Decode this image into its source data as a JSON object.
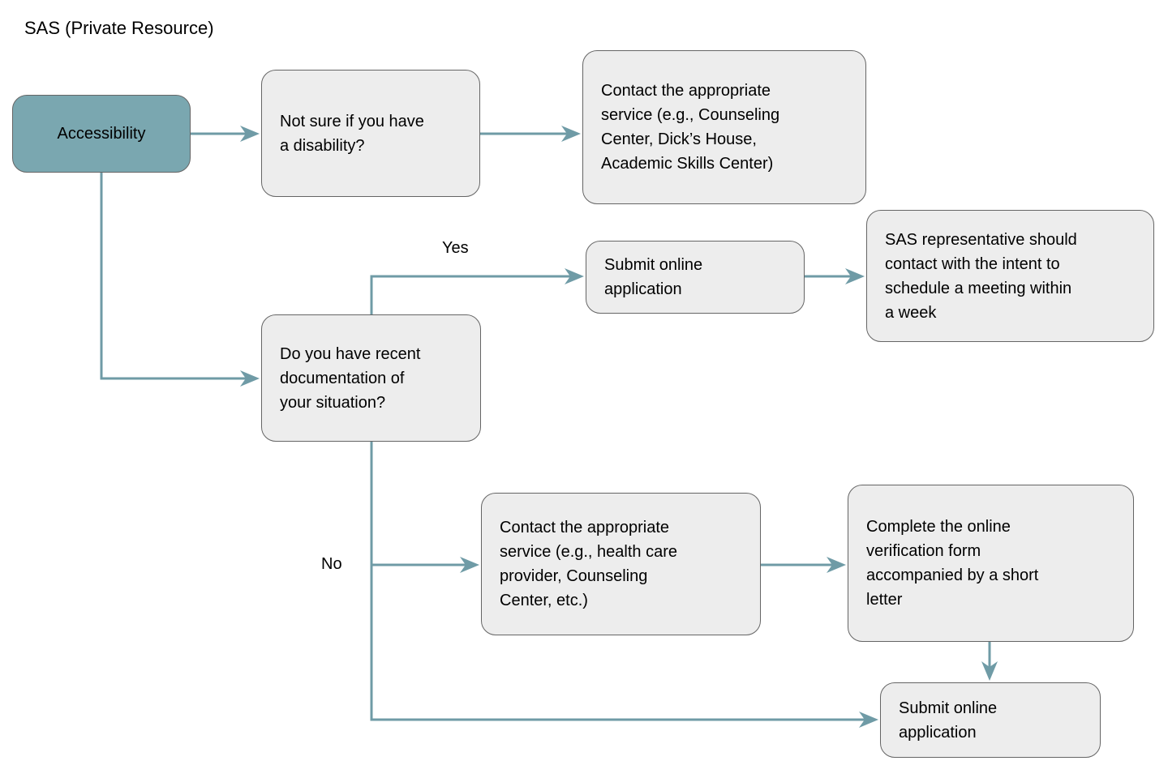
{
  "title": "SAS (Private Resource)",
  "colors": {
    "node_fill": "#ededed",
    "node_border": "#656565",
    "accent_node_fill": "#7aa7b0",
    "connector": "#6f9ba6",
    "text": "#000000"
  },
  "edge_labels": {
    "yes": "Yes",
    "no": "No"
  },
  "nodes": {
    "accessibility": {
      "text": "Accessibility"
    },
    "not_sure": {
      "text": "Not sure if you have\na disability?"
    },
    "contact_service_top": {
      "text": "Contact the appropriate\nservice (e.g., Counseling\nCenter, Dick’s House,\nAcademic Skills Center)"
    },
    "submit_application_mid": {
      "text": "Submit online\napplication"
    },
    "sas_representative": {
      "text": "SAS representative should\ncontact with the intent to\nschedule a meeting within\na week"
    },
    "documentation": {
      "text": "Do you have recent\ndocumentation of\nyour situation?"
    },
    "contact_service_bottom": {
      "text": "Contact the appropriate\nservice (e.g., health care\nprovider, Counseling\nCenter, etc.)"
    },
    "complete_verification": {
      "text": "Complete the online\nverification form\naccompanied by a short\nletter"
    },
    "submit_application_bottom": {
      "text": "Submit online\napplication"
    }
  }
}
